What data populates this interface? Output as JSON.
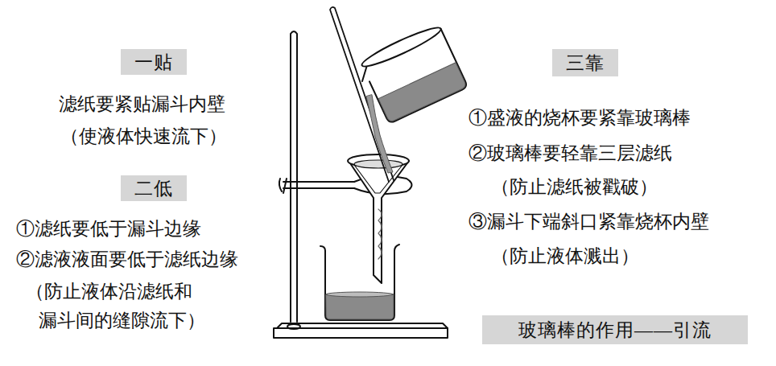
{
  "diagram": {
    "nodes": [
      {
        "text": [
          "一贴"
        ]
      },
      {
        "text": [
          "二低"
        ]
      },
      {
        "text": [
          "三靠"
        ]
      },
      {
        "text": [
          "玻璃棒的作用——引流"
        ]
      }
    ],
    "labels": [
      "滤纸要紧贴漏斗内壁",
      "（使液体快速流下）",
      "①滤纸要低于漏斗边缘",
      "②滤液液面要低于滤纸边缘",
      "（防止液体沿滤纸和",
      "漏斗间的缝隙流下）",
      "①盛液的烧杯要紧靠玻璃棒",
      "②玻璃棒要轻靠三层滤纸",
      "（防止滤纸被戳破）",
      "③漏斗下端斜口紧靠烧杯内壁",
      "（防止液体溅出）"
    ]
  }
}
